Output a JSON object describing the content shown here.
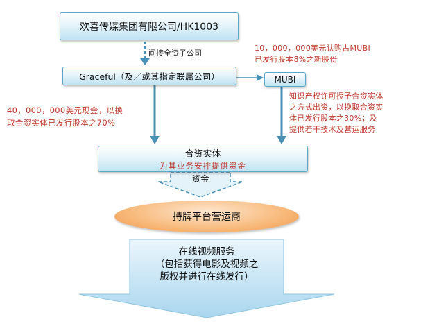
{
  "top_box": "欢喜传媒集团有限公司/HK1003",
  "indirect_label": "间接全资子公司",
  "graceful_box": "Graceful（及／或其指定联属公司）",
  "mubi_box": "MUBI",
  "mubi_note": [
    "10，000，000美元认购占MUBI",
    "已发行股本8%之新股份"
  ],
  "cash_note": [
    "40，000，000美元现金，以换",
    "取合资实体已发行股本之70%"
  ],
  "ip_note": [
    "知识产权许可授予合资实体",
    "之方式出资，以换取合资实",
    "体已发行股本之30%；及",
    "提供若干技术及营运服务"
  ],
  "jv_box": {
    "title": "合资实体",
    "subtitle": "为其业务安排提供资金"
  },
  "funds_label": "资金",
  "operator": "持牌平台营运商",
  "service": [
    "在线视频服务",
    "（包括获得电影及视频之",
    "版权并进行在线发行）"
  ],
  "colors": {
    "box_border": "#5aa9c9",
    "arrow": "#4a8fb5",
    "red_text": "#c0392b",
    "ellipse": "#f8b97a",
    "big_arrow": "#a9d6ee"
  }
}
